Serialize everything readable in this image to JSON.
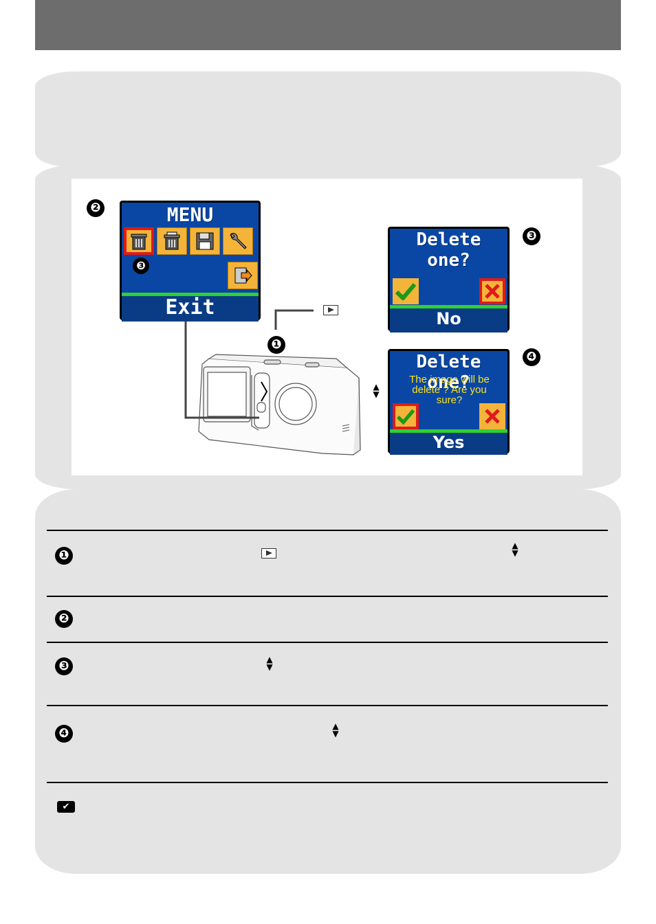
{
  "figure": {
    "menu_screen": {
      "title": "MENU",
      "footer": "Exit",
      "step_label": "❷",
      "tile_step_label": "❸",
      "icons": [
        "trash-icon",
        "trash-all-icon",
        "floppy-disk-icon",
        "wrench-icon",
        "exit-door-icon"
      ]
    },
    "confirm_screen_no": {
      "title": "Delete one?",
      "footer": "No",
      "step_label": "❸"
    },
    "confirm_screen_yes": {
      "title": "Delete one?",
      "message": "The image will be delete ? Are you sure?",
      "footer": "Yes",
      "step_label": "❹"
    },
    "camera_step_label": "❶",
    "icons": {
      "playback": "playback-icon",
      "updown": "up-down-arrows-icon"
    }
  },
  "steps": [
    {
      "number": "❶",
      "has_playback_icon": true,
      "has_updown_icon": true
    },
    {
      "number": "❷"
    },
    {
      "number": "❸",
      "has_updown_icon": true
    },
    {
      "number": "❹",
      "has_updown_icon": true
    }
  ],
  "note": {
    "icon": "note-check-icon"
  },
  "colors": {
    "header": "#6d6d6d",
    "panel": "#e4e4e4",
    "lcd_blue": "#0a47a4",
    "lcd_green": "#2fd12f",
    "tile_orange": "#f4b43a",
    "select_red": "#e01a1a",
    "warning_yellow": "#ffe21a"
  }
}
